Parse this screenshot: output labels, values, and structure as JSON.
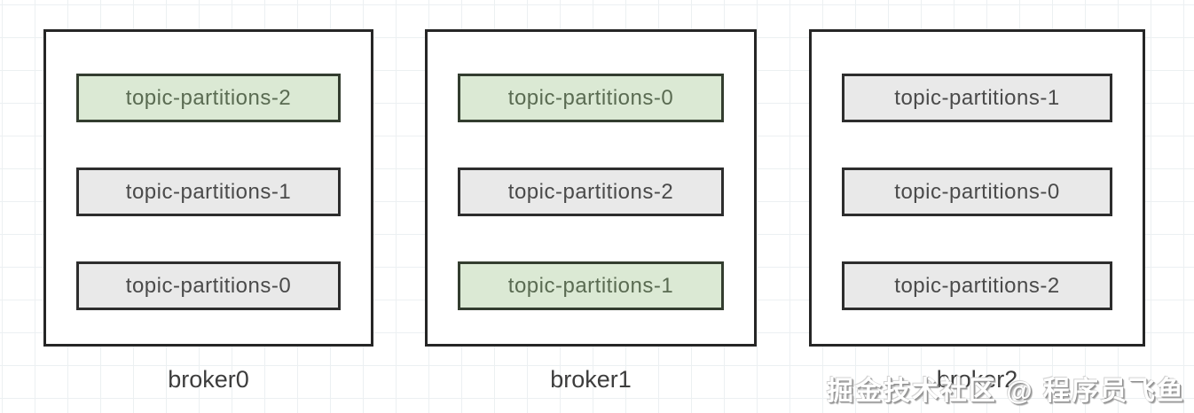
{
  "diagram": {
    "brokers": [
      {
        "label": "broker0",
        "partitions": [
          {
            "label": "topic-partitions-2",
            "leader": true
          },
          {
            "label": "topic-partitions-1",
            "leader": false
          },
          {
            "label": "topic-partitions-0",
            "leader": false
          }
        ]
      },
      {
        "label": "broker1",
        "partitions": [
          {
            "label": "topic-partitions-0",
            "leader": true
          },
          {
            "label": "topic-partitions-2",
            "leader": false
          },
          {
            "label": "topic-partitions-1",
            "leader": true
          }
        ]
      },
      {
        "label": "broker2",
        "partitions": [
          {
            "label": "topic-partitions-1",
            "leader": false
          },
          {
            "label": "topic-partitions-0",
            "leader": false
          },
          {
            "label": "topic-partitions-2",
            "leader": false
          }
        ]
      }
    ]
  },
  "watermark": {
    "text": "掘金技术社区 @ 程序员飞鱼"
  },
  "colors": {
    "leader_fill": "#dbe9d4",
    "leader_border": "#333d2f",
    "leader_text": "#5a6b52",
    "follower_fill": "#e9e9e9",
    "follower_border": "#2d2d2d",
    "follower_text": "#4a4a4a",
    "broker_border": "#262626",
    "label_text": "#3d3d3d"
  }
}
